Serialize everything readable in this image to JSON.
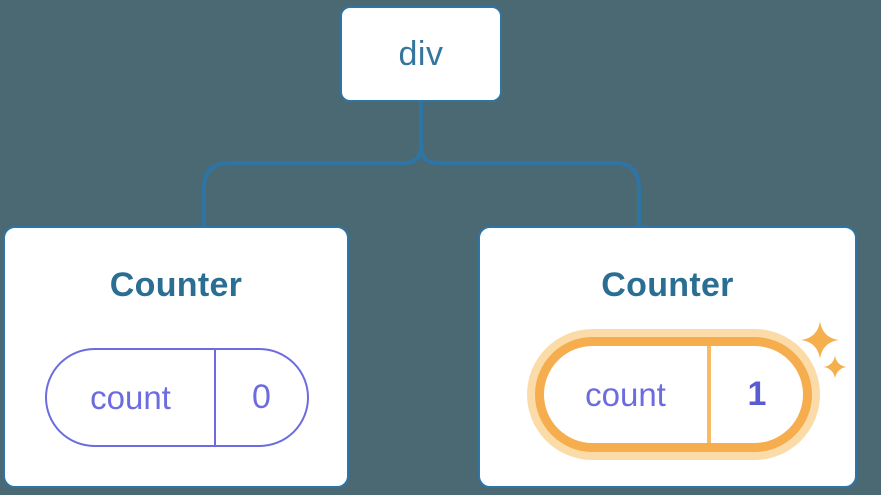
{
  "diagram": {
    "description": "React component tree diagram: a div root with two Counter children holding count state",
    "root": {
      "label": "div"
    },
    "children": [
      {
        "title": "Counter",
        "state": {
          "key": "count",
          "value": "0"
        },
        "highlighted": false
      },
      {
        "title": "Counter",
        "state": {
          "key": "count",
          "value": "1"
        },
        "highlighted": true
      }
    ]
  },
  "colors": {
    "background": "#4B6973",
    "stroke_blue": "#2E75A6",
    "card_background": "#FFFFFF",
    "counter_title_text": "#2A6E93",
    "root_label_text": "#35759E",
    "state_purple": "#6C6CE0",
    "state_value_bold_purple": "#5A5BD2",
    "highlight_orange": "#F5AD4D",
    "highlight_halo": "#FBDCA8",
    "highlight_divider": "#F7BC63",
    "sparkle_orange": "#F5AF4D"
  },
  "icons": {
    "sparkles": "two four-pointed sparkle stars marking updated state"
  }
}
